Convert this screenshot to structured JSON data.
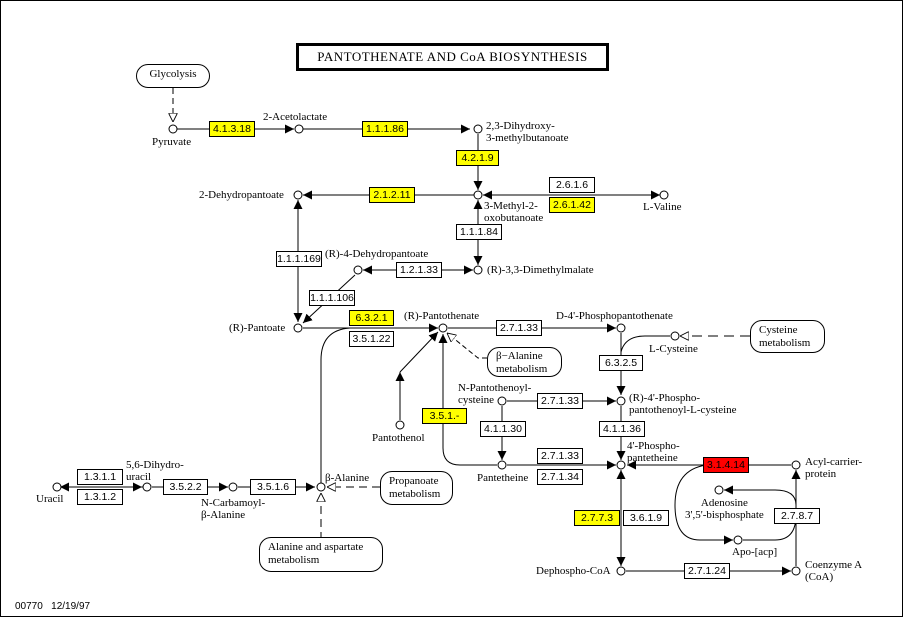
{
  "title": "PANTOTHENATE AND CoA BIOSYNTHESIS",
  "footer": {
    "map_id": "00770",
    "date": "12/19/97"
  },
  "colors": {
    "highlight_yellow": "#ffff00",
    "highlight_red": "#ff0000",
    "line": "#000000"
  },
  "pathways": {
    "glycolysis": "Glycolysis",
    "beta_alanine": [
      "β−Alanine",
      "metabolism"
    ],
    "cysteine": [
      "Cysteine",
      "metabolism"
    ],
    "propanoate": [
      "Propanoate",
      "metabolism"
    ],
    "alanine_aspartate": [
      "Alanine and aspartate",
      "metabolism"
    ]
  },
  "compounds": {
    "pyruvate": "Pyruvate",
    "acetolactate": "2-Acetolactate",
    "dihydroxy": [
      "2,3-Dihydroxy-",
      "3-methylbutanoate"
    ],
    "dehydropantoate": "2-Dehydropantoate",
    "methyl_oxo": [
      "3-Methyl-2-",
      "oxobutanoate"
    ],
    "valine": "L-Valine",
    "r4_dehydropantoate": "(R)-4-Dehydropantoate",
    "dimethylmalate": "(R)-3,3-Dimethylmalate",
    "pantoate": "(R)-Pantoate",
    "pantothenate": "(R)-Pantothenate",
    "phosphopantothenate": "D-4'-Phosphopantothenate",
    "cysteine": "L-Cysteine",
    "pantothenoylcysteine": [
      "N-Pantothenoyl-",
      "cysteine"
    ],
    "phosphopantothenoylcysteine": [
      "(R)-4'-Phospho-",
      "pantothenoyl-L-cysteine"
    ],
    "pantothenol": "Pantothenol",
    "pantetheine": "Pantetheine",
    "phosphopantetheine": [
      "4'-Phospho-",
      "pantetheine"
    ],
    "acp": [
      "Acyl-carrier-",
      "protein"
    ],
    "adenosine_bp": [
      "Adenosine",
      "3',5'-bisphosphate"
    ],
    "apo_acp": "Apo-[acp]",
    "dephospho_coa": "Dephospho-CoA",
    "coa": [
      "Coenzyme A",
      "(CoA)"
    ],
    "dihydrouracil": [
      "5,6-Dihydro-",
      "uracil"
    ],
    "uracil": "Uracil",
    "carbamoyl": [
      "N-Carbamoyl-",
      "β-Alanine"
    ],
    "beta_alanine": "β-Alanine"
  },
  "enzymes": {
    "e4_1_3_18": {
      "label": "4.1.3.18",
      "state": "yellow"
    },
    "e1_1_1_86": {
      "label": "1.1.1.86",
      "state": "yellow"
    },
    "e4_2_1_9": {
      "label": "4.2.1.9",
      "state": "yellow"
    },
    "e2_1_2_11": {
      "label": "2.1.2.11",
      "state": "yellow"
    },
    "e2_6_1_6": {
      "label": "2.6.1.6",
      "state": "white"
    },
    "e2_6_1_42": {
      "label": "2.6.1.42",
      "state": "yellow"
    },
    "e1_1_1_84": {
      "label": "1.1.1.84",
      "state": "white"
    },
    "e1_1_1_169": {
      "label": "1.1.1.169",
      "state": "white"
    },
    "e1_2_1_33": {
      "label": "1.2.1.33",
      "state": "white"
    },
    "e1_1_1_106": {
      "label": "1.1.1.106",
      "state": "white"
    },
    "e6_3_2_1": {
      "label": "6.3.2.1",
      "state": "yellow"
    },
    "e3_5_1_22": {
      "label": "3.5.1.22",
      "state": "white"
    },
    "e2_7_1_33_a": {
      "label": "2.7.1.33",
      "state": "white"
    },
    "e6_3_2_5": {
      "label": "6.3.2.5",
      "state": "white"
    },
    "e2_7_1_33_b": {
      "label": "2.7.1.33",
      "state": "white"
    },
    "e3_5_1_x": {
      "label": "3.5.1.-",
      "state": "yellow"
    },
    "e4_1_1_30": {
      "label": "4.1.1.30",
      "state": "white"
    },
    "e4_1_1_36": {
      "label": "4.1.1.36",
      "state": "white"
    },
    "e2_7_1_33_c": {
      "label": "2.7.1.33",
      "state": "white"
    },
    "e2_7_1_34": {
      "label": "2.7.1.34",
      "state": "white"
    },
    "e3_1_4_14": {
      "label": "3.1.4.14",
      "state": "red"
    },
    "e2_7_7_3": {
      "label": "2.7.7.3",
      "state": "yellow"
    },
    "e3_6_1_9": {
      "label": "3.6.1.9",
      "state": "white"
    },
    "e2_7_8_7": {
      "label": "2.7.8.7",
      "state": "white"
    },
    "e2_7_1_24": {
      "label": "2.7.1.24",
      "state": "white"
    },
    "e1_3_1_1": {
      "label": "1.3.1.1",
      "state": "white"
    },
    "e1_3_1_2": {
      "label": "1.3.1.2",
      "state": "white"
    },
    "e3_5_2_2": {
      "label": "3.5.2.2",
      "state": "white"
    },
    "e3_5_1_6": {
      "label": "3.5.1.6",
      "state": "white"
    }
  }
}
